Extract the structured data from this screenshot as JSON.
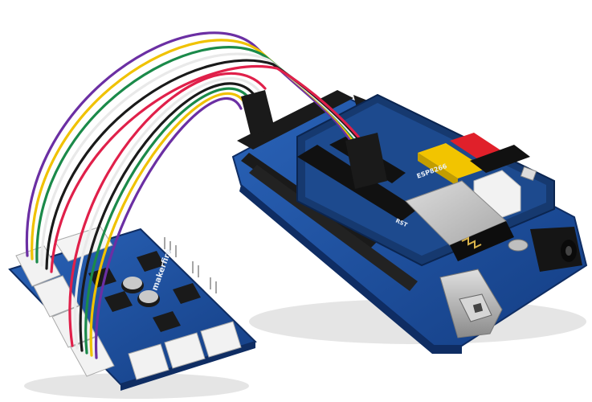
{
  "labels": {
    "driver_brand": "makerfire",
    "esp_label": "RST",
    "shield_label": "ESP8266"
  },
  "colors": {
    "background": "#ffffff",
    "pcb_blue": "#1f4f9c",
    "pcb_dark": "#0f2d63",
    "header_black": "#1a1a1a",
    "connector_white": "#f2f2f2",
    "header_yellow": "#f2c400",
    "header_red": "#e0202a",
    "esp_module": "#c9c9c9"
  },
  "wire_colors": [
    "#6b2fa3",
    "#f0c200",
    "#1b8a4a",
    "#f5f5f5",
    "#1a1a1a",
    "#e0204a"
  ]
}
